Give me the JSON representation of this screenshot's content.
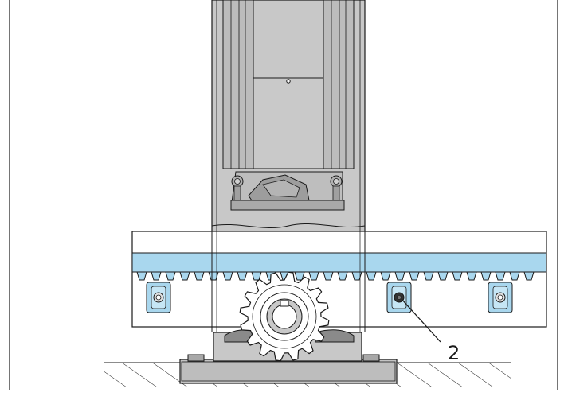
{
  "figure": {
    "callouts": [
      {
        "label": "2",
        "target": "rack-fixing-screw"
      }
    ]
  },
  "colors": {
    "rack_blue": "#a9d7ee",
    "column_grey": "#c8c8c8",
    "base_grey": "#bdbdbd",
    "line": "#1a1a1a",
    "background": "#ffffff"
  },
  "icons": {
    "hatch": "ground-hatching",
    "gear": "pinion-gear",
    "screw": "rack-screw"
  }
}
